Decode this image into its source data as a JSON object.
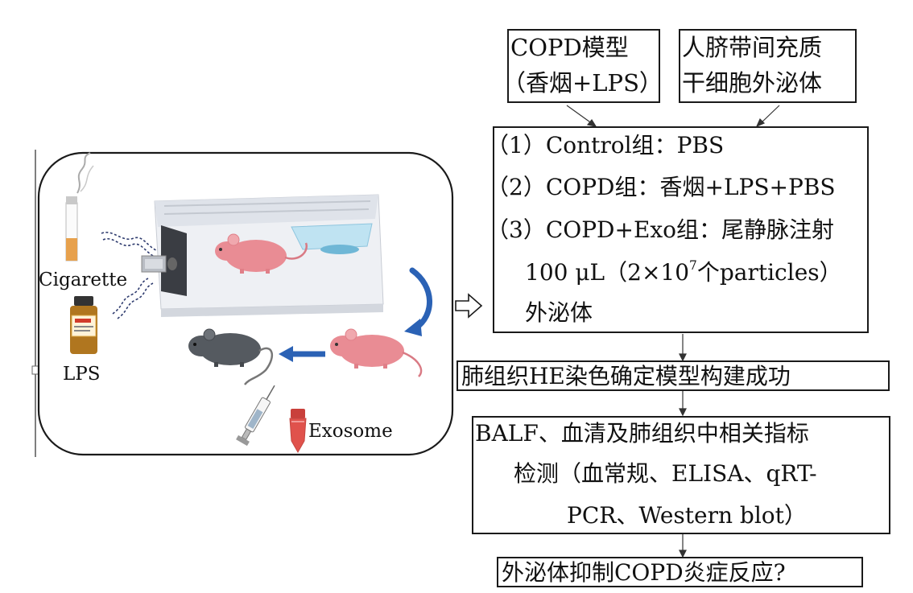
{
  "top_boxes": {
    "model": {
      "line1": "COPD模型",
      "line2": "（香烟+LPS）"
    },
    "exo_source": {
      "line1": "人脐带间充质",
      "line2": "干细胞外泌体"
    }
  },
  "groups": {
    "g1": "（1）Control组：PBS",
    "g2": "（2）COPD组：香烟+LPS+PBS",
    "g3": "（3）COPD+Exo组：尾静脉注射",
    "g3_dose_prefix": "100 μL（2×10",
    "g3_dose_exp": "7",
    "g3_dose_suffix": "个particles）",
    "g3_end": "外泌体"
  },
  "steps": {
    "he": "肺组织HE染色确定模型构建成功",
    "detect_l1": "BALF、血清及肺组织中相关指标",
    "detect_l2": "检测（血常规、ELISA、qRT-",
    "detect_l3": "PCR、Western blot）",
    "question": "外泌体抑制COPD炎症反应?"
  },
  "illustration": {
    "cigarette_label": "Cigarette",
    "lps_label": "LPS",
    "exosome_label": "Exosome"
  },
  "colors": {
    "pink_mouse": "#e98c94",
    "grey_mouse": "#555a60",
    "blue_arrow": "#2b62b5",
    "cage": "#e3e6ec",
    "tube": "#e0524c"
  }
}
